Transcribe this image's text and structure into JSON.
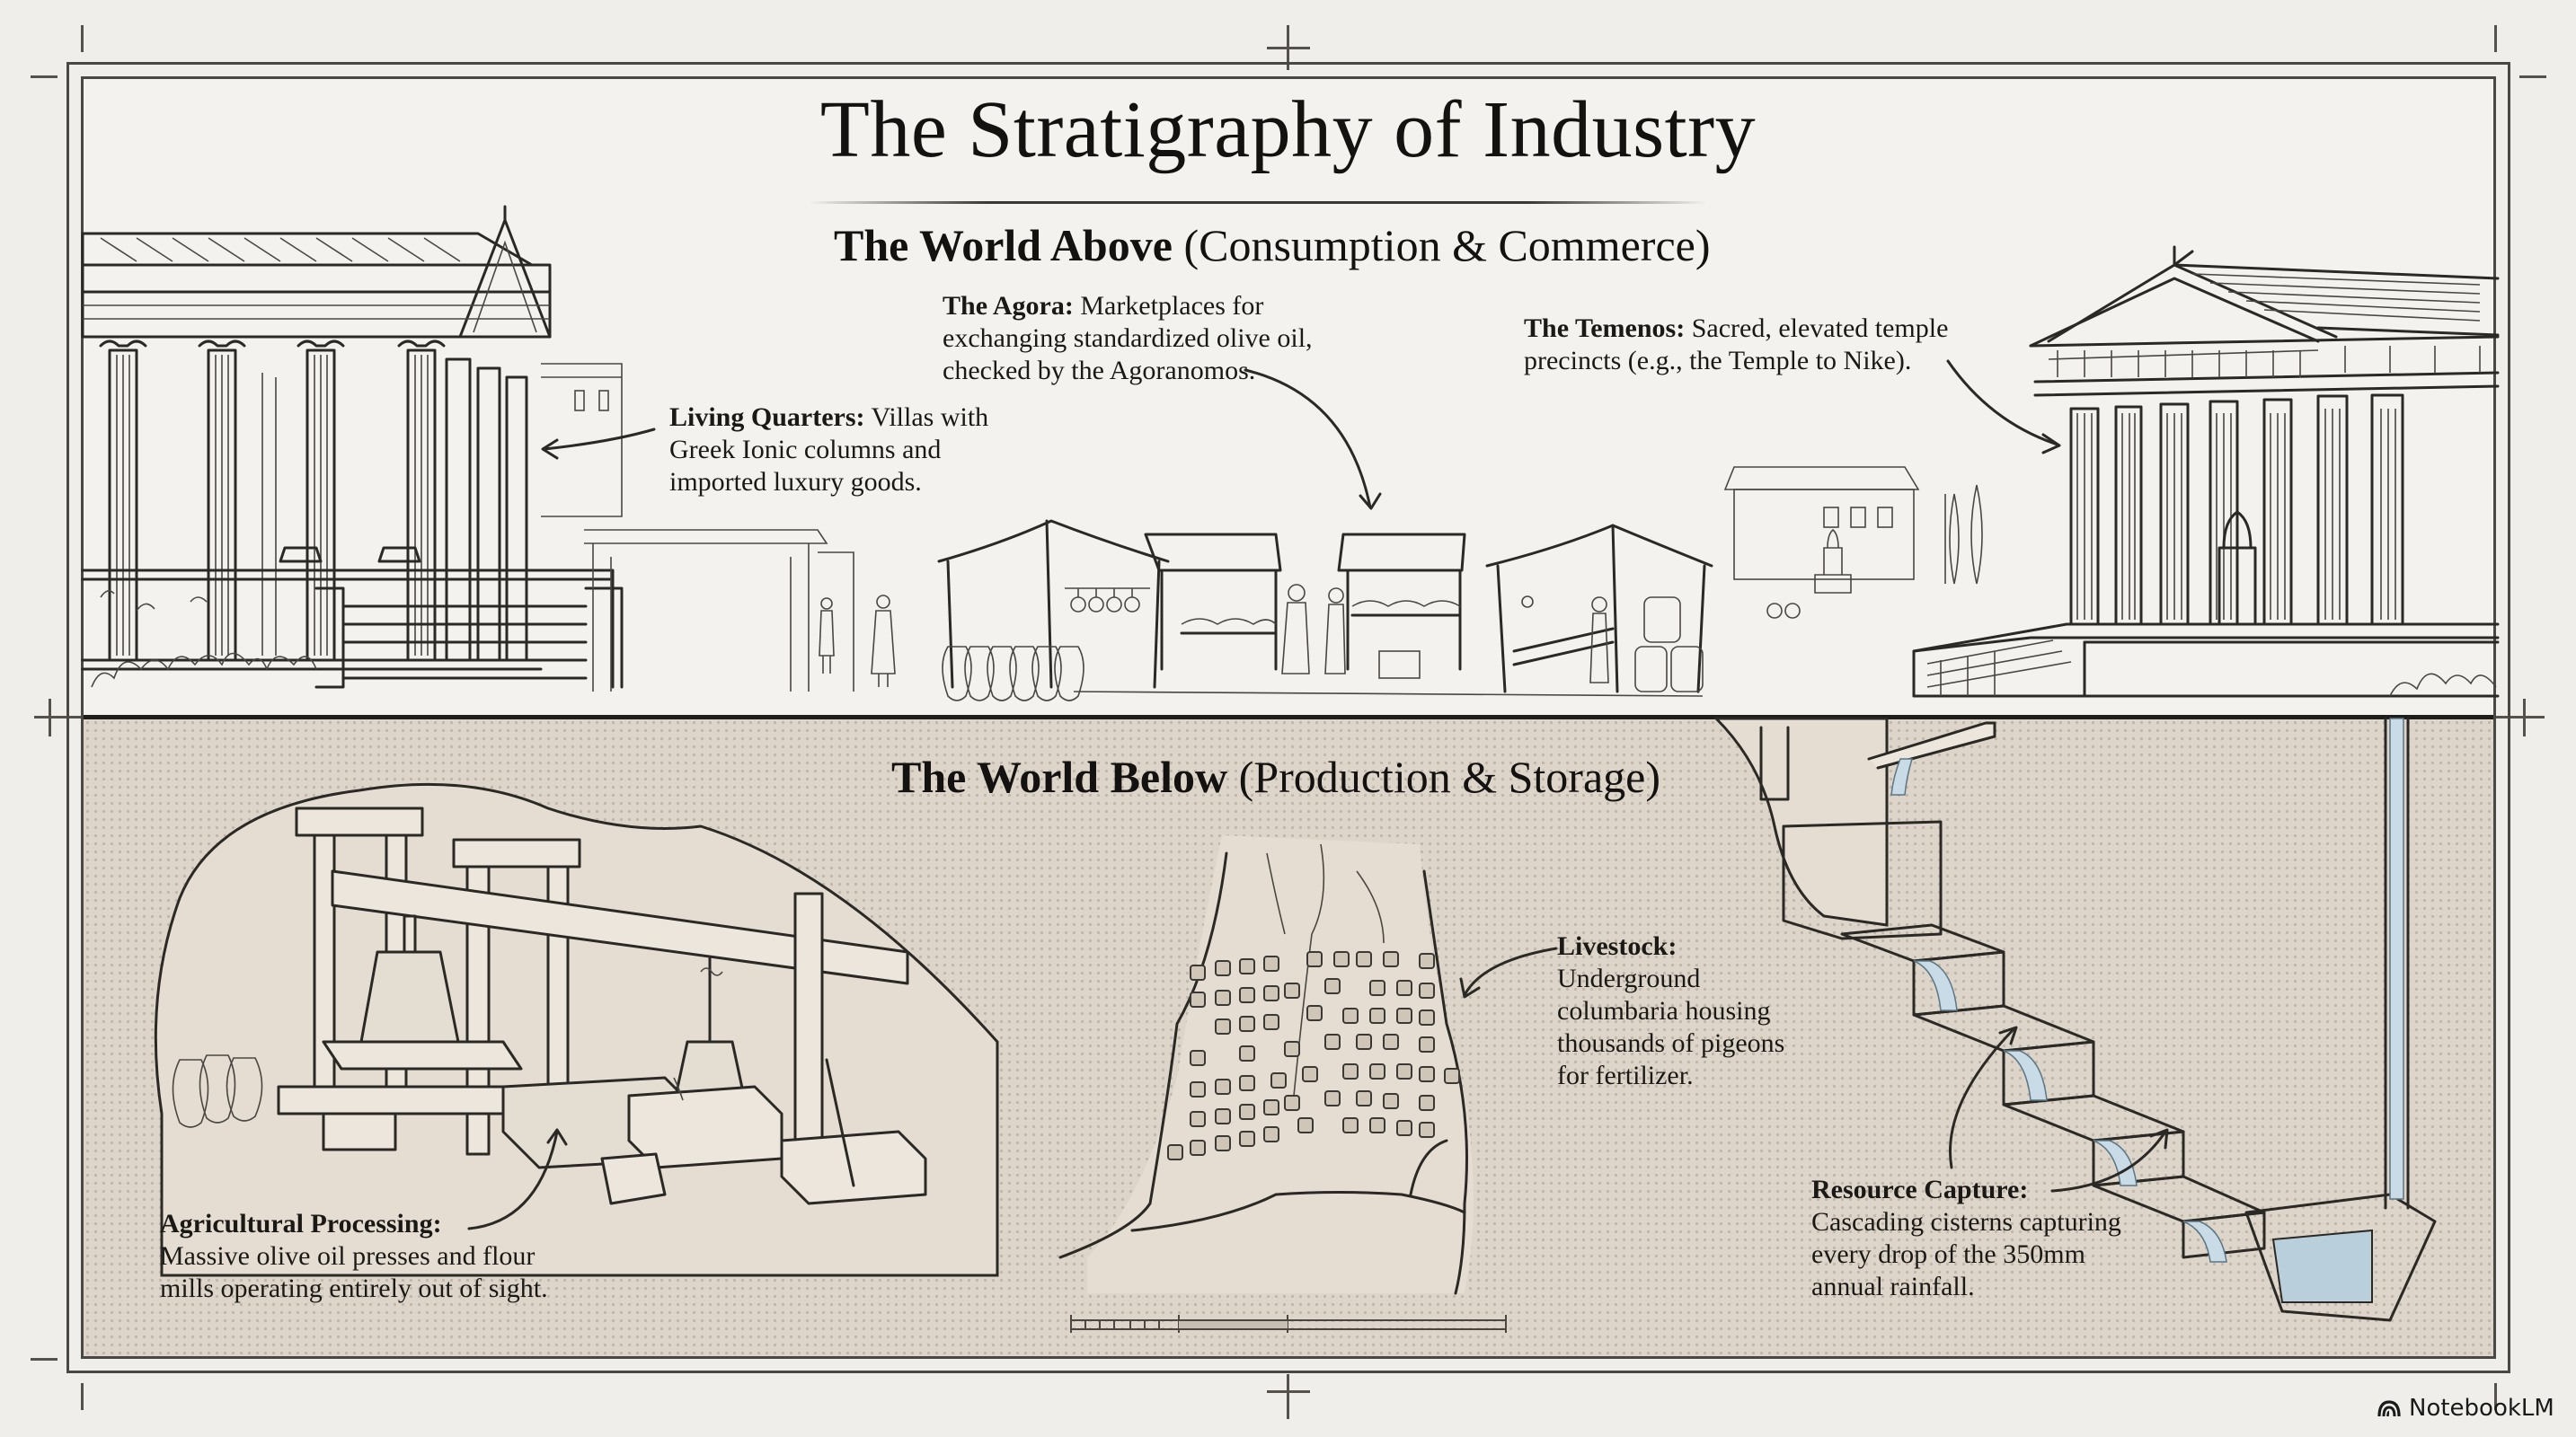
{
  "title": "The Stratigraphy of Industry",
  "sections": {
    "above": {
      "heading_bold": "The World Above",
      "heading_rest": " (Consumption & Commerce)"
    },
    "below": {
      "heading_bold": "The World Below",
      "heading_rest": " (Production & Storage)"
    }
  },
  "annotations": {
    "living_quarters": {
      "term": "Living Quarters:",
      "lines": [
        " Villas with",
        "Greek Ionic columns and",
        "imported luxury goods."
      ]
    },
    "agora": {
      "term": "The Agora:",
      "lines": [
        " Marketplaces for",
        "exchanging standardized olive oil,",
        "checked by the Agoranomos."
      ]
    },
    "temenos": {
      "term": "The Temenos:",
      "lines": [
        " Sacred, elevated temple",
        "precincts (e.g., the Temple to Nike)."
      ]
    },
    "agricultural_processing": {
      "term": "Agricultural Processing:",
      "lines": [
        "Massive olive oil presses and flour",
        "mills operating entirely out of sight."
      ]
    },
    "livestock": {
      "term": "Livestock:",
      "lines": [
        "Underground",
        "columbaria housing",
        "thousands of pigeons",
        "for fertilizer."
      ]
    },
    "resource_capture": {
      "term": "Resource Capture:",
      "lines": [
        "Cascading cisterns capturing",
        "every drop of the 350mm",
        "annual rainfall."
      ]
    }
  },
  "illustrations": {
    "villa": "ionic-villa",
    "market": "agora-market-stalls",
    "temple": "temple-of-nike",
    "press": "olive-oil-press",
    "columbarium": "pigeon-columbarium",
    "cisterns": "cascading-cisterns"
  },
  "colors": {
    "paper": "#f3f2ee",
    "underground": "#ddd5c9",
    "ink": "#2b2925",
    "water": "#b9cfdc"
  },
  "scale_bar": {
    "segments": 3
  },
  "brand": {
    "name": "NotebookLM",
    "icon": "notebooklm-logo-icon"
  }
}
